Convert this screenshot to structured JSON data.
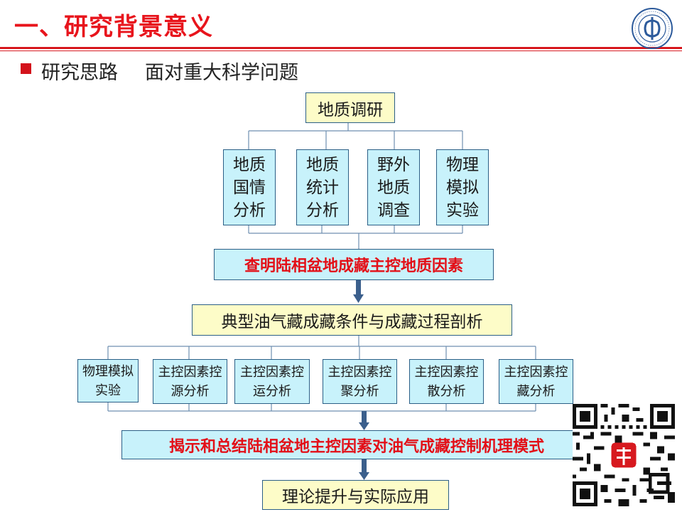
{
  "slide": {
    "title": "一、研究背景意义",
    "subtitle_label": "研究思路",
    "subtitle_text": "面对重大科学问题"
  },
  "flow": {
    "top": "地质调研",
    "methods": [
      "地质国情分析",
      "地质统计分析",
      "野外地质调查",
      "物理模拟实验"
    ],
    "step1": "查明陆相盆地成藏主控地质因素",
    "step2": "典型油气藏成藏条件与成藏过程剖析",
    "factors": [
      "物理模拟实验",
      "主控因素控源分析",
      "主控因素控运分析",
      "主控因素控聚分析",
      "主控因素控散分析",
      "主控因素控藏分析"
    ],
    "step3": "揭示和总结陆相盆地主控因素对油气成藏控制机理模式",
    "step4": "理论提升与实际应用"
  },
  "colors": {
    "title_red": "#e8141c",
    "box_cyan": "#c8f2fb",
    "box_yellow": "#fdfcc8",
    "border_blue": "#2b5f86",
    "arrow_blue": "#3b5f8c"
  },
  "icons": [
    "university-seal-icon",
    "qr-code-icon"
  ]
}
